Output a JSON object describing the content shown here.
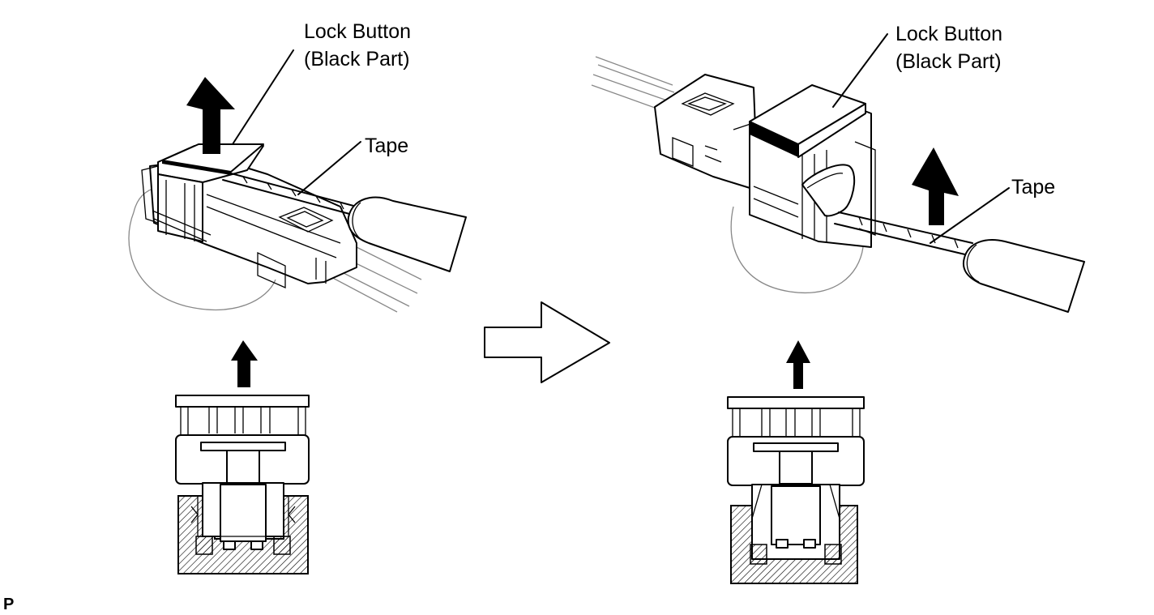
{
  "before": {
    "lock_label_line1": "Lock Button",
    "lock_label_line2": "(Black Part)",
    "tape_label": "Tape"
  },
  "after": {
    "lock_label_line1": "Lock Button",
    "lock_label_line2": "(Black Part)",
    "tape_label": "Tape"
  },
  "corner_code": "P"
}
